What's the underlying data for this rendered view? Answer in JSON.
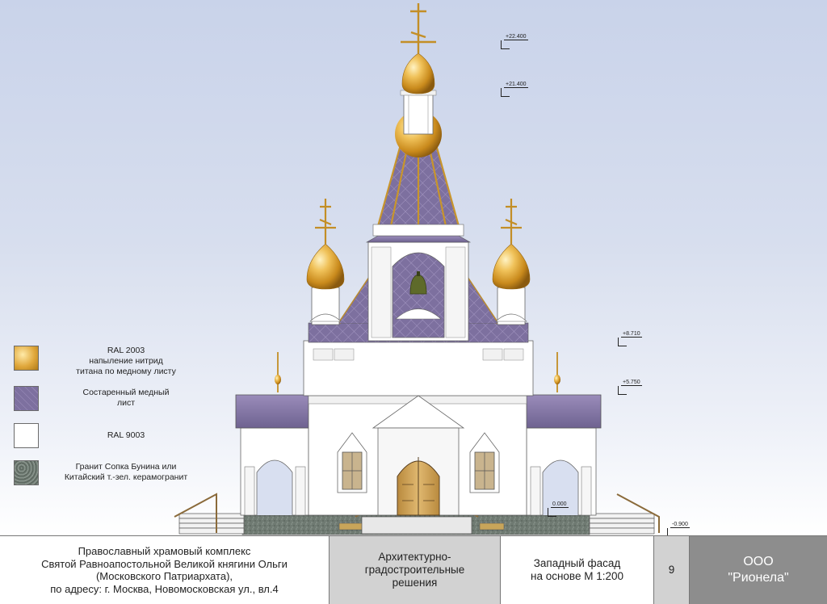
{
  "legend": [
    {
      "label": "RAL 2003\nнапыление нитрид\nтитана по медному листу",
      "material": "gold"
    },
    {
      "label": "Состаренный медный\nлист",
      "material": "aged-copper"
    },
    {
      "label": "RAL 9003",
      "material": "white"
    },
    {
      "label": "Гранит Сопка Бунина или\nКитайский т.-зел. керамогранит",
      "material": "granite"
    }
  ],
  "colors": {
    "gold": "#d9a534",
    "aged_copper": "#7c6e9c",
    "white": "#ffffff",
    "granite": "#6f7a72",
    "sky": "#c9d3ea"
  },
  "levels": [
    "+22.400",
    "+21.400",
    "+8.710",
    "+5.750",
    "0.000",
    "-0.900"
  ],
  "title_block": {
    "project": "Православный храмовый комплекс\nСвятой Равноапостольной Великой княгини Ольги\n(Московского Патриархата),\nпо адресу: г. Москва, Новомосковская ул., вл.4",
    "section": "Архитектурно-\nградостроительные\nрешения",
    "sheet_name": "Западный фасад\nна основе М 1:200",
    "sheet_number": "9",
    "company": "ООО\n\"Рионела\""
  }
}
